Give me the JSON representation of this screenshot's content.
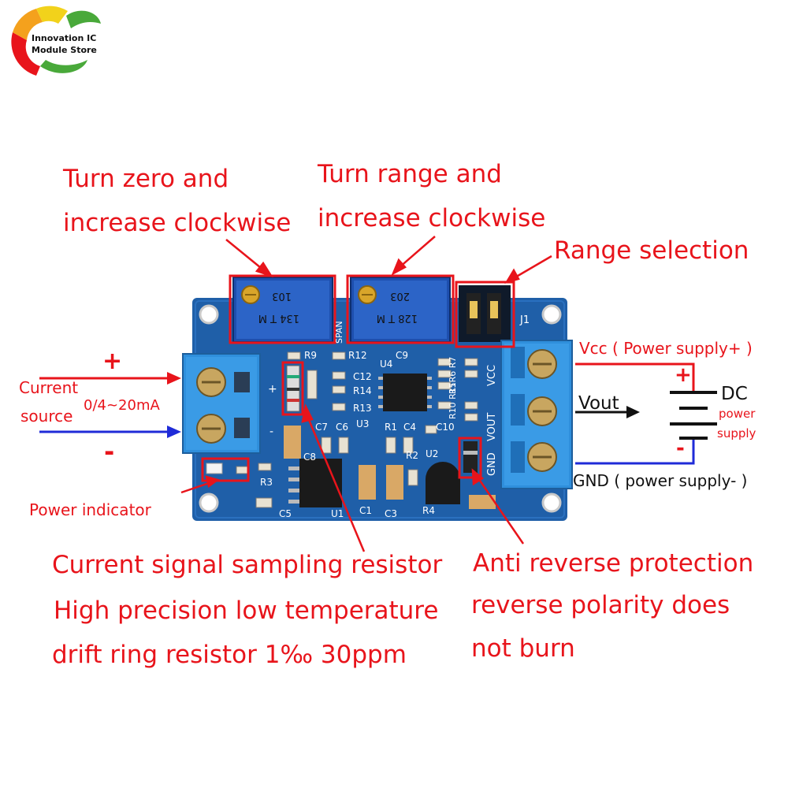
{
  "logo": {
    "line1": "Innovation IC",
    "line2": "Module Store"
  },
  "annotations": {
    "zero_line1": "Turn zero and",
    "zero_line2": "increase clockwise",
    "range_line1": "Turn range and",
    "range_line2": "increase clockwise",
    "range_selection": "Range selection",
    "vcc": "Vcc ( Power supply+ )",
    "vout": "Vout",
    "gnd": "GND ( power supply- )",
    "dc": "DC",
    "dc_power": "power",
    "dc_supply": "supply",
    "plus_battery": "+",
    "minus_battery": "-",
    "input_plus": "+",
    "input_minus": "-",
    "current_line1": "Current",
    "current_line2": "source",
    "current_range": "0/4~20mA",
    "power_indicator": "Power indicator",
    "sampling_line1": "Current signal sampling resistor",
    "sampling_line2": "High precision low temperature",
    "sampling_line3": "drift ring resistor 1‰ 30ppm",
    "anti_line1": "Anti reverse protection",
    "anti_line2": "reverse polarity does",
    "anti_line3": "not burn"
  },
  "pcb_labels": {
    "pot1_code": "103",
    "pot1_sub": "134 T M",
    "pot2_code": "203",
    "pot2_sub": "128 T M",
    "span": "SPAN",
    "j1": "J1",
    "vcc": "VCC",
    "vout": "VOUT",
    "gnd": "GND",
    "r9": "R9",
    "r12": "R12",
    "r14": "R14",
    "r13": "R13",
    "c12": "C12",
    "c9": "C9",
    "u4": "U4",
    "u3": "U3",
    "u2": "U2",
    "u1": "U1",
    "r1": "R1",
    "r2": "R2",
    "r3": "R3",
    "r4": "R4",
    "c1": "C1",
    "c3": "C3",
    "c4": "C4",
    "c5": "C5",
    "c6": "C6",
    "c7": "C7",
    "c8": "C8",
    "c10": "C10",
    "r5r6r7": "R5R6 R7",
    "r10r11": "R10 R11",
    "plus": "+",
    "minus": "-"
  },
  "colors": {
    "annotation_red": "#e8141b",
    "wire_blue": "#1f2bd8",
    "pcb_blue": "#1f5fa8",
    "terminal_blue": "#2f8fdc"
  }
}
